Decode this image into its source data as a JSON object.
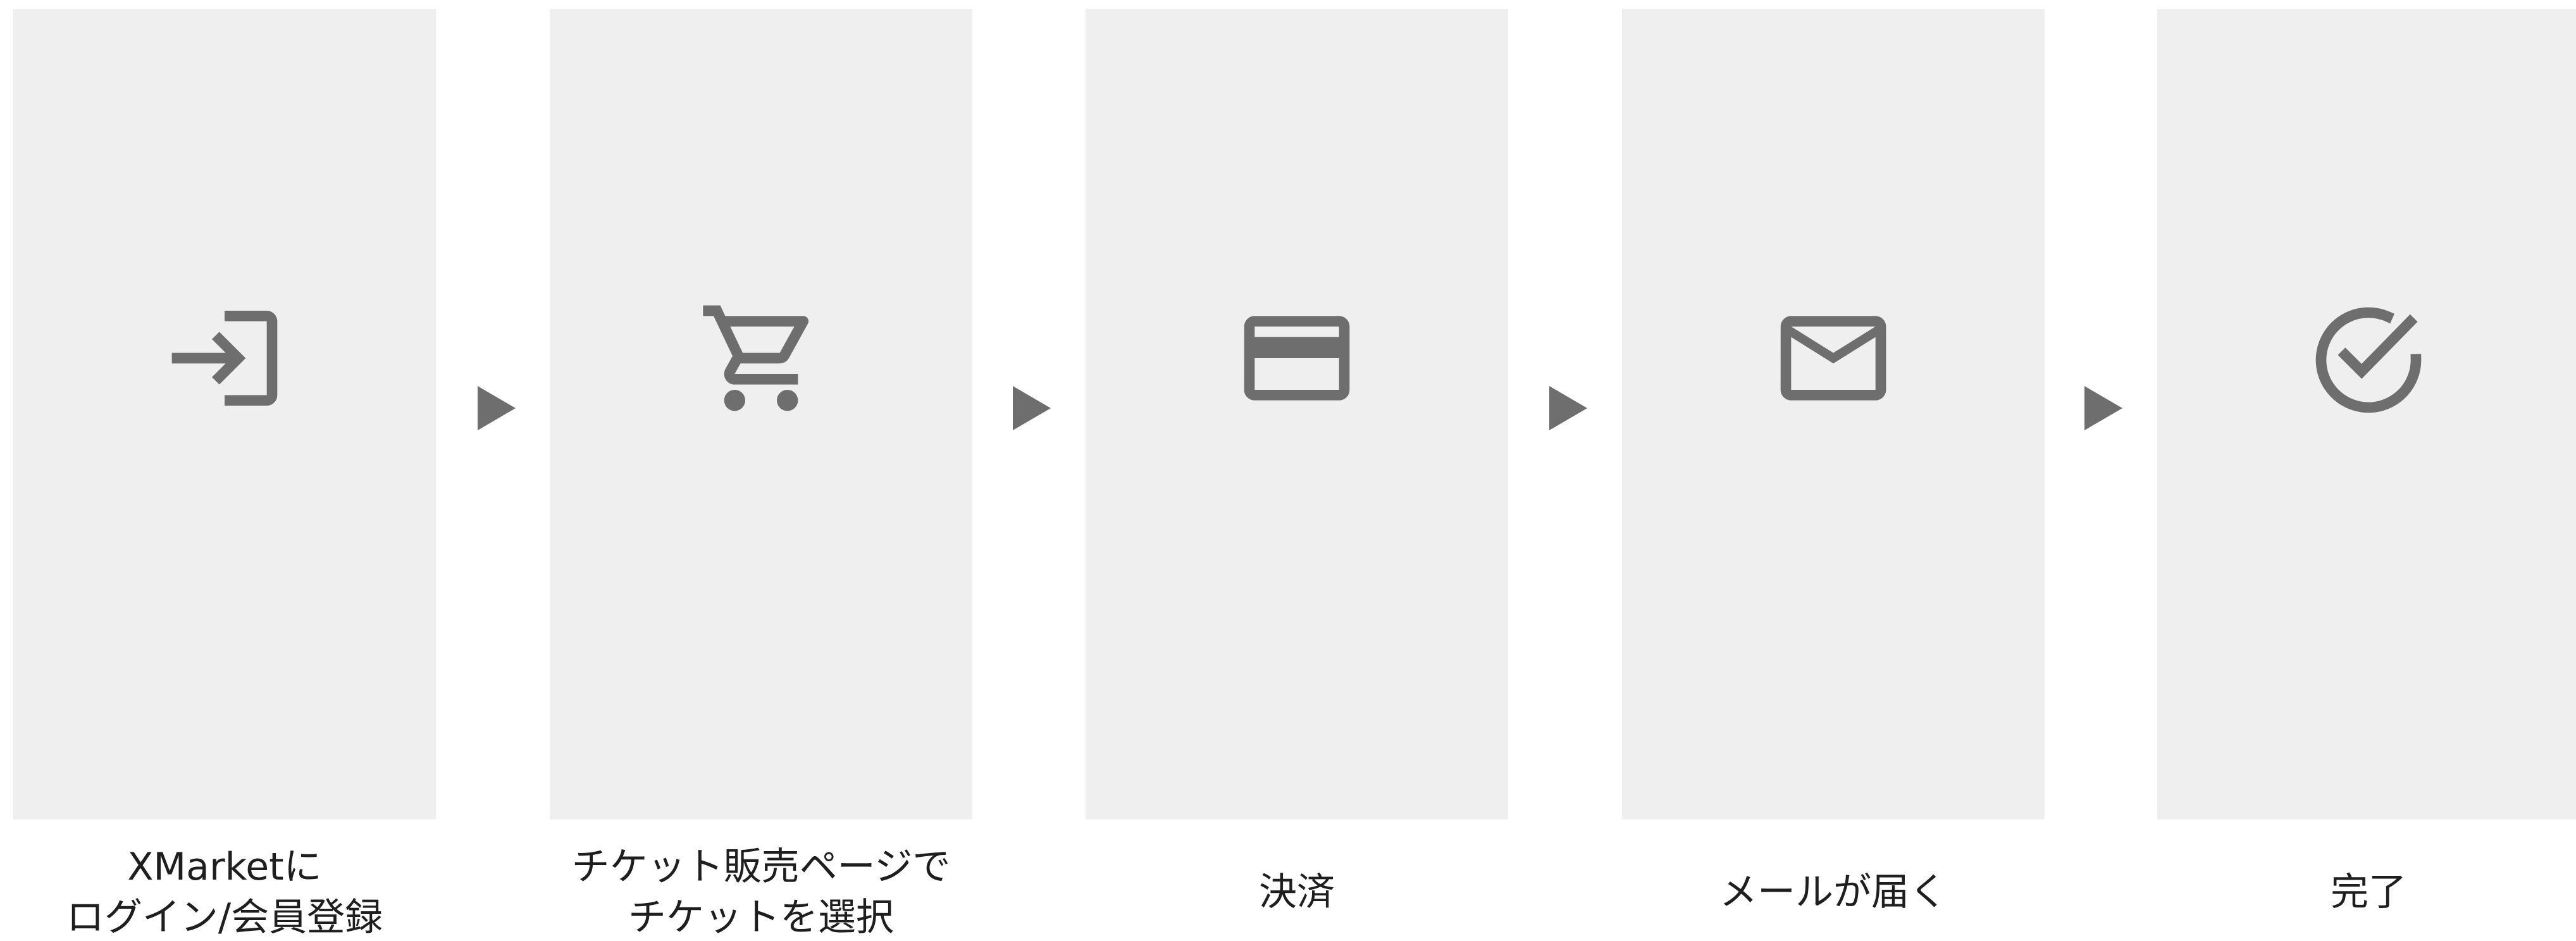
{
  "colors": {
    "panel_background": "#efefef",
    "icon": "#6e6e6e",
    "text": "#1e1e1e",
    "background": "#ffffff"
  },
  "steps": [
    {
      "icon": "login-icon",
      "label_lines": [
        "XMarketに",
        "ログイン/会員登録"
      ]
    },
    {
      "icon": "shopping-cart-icon",
      "label_lines": [
        "チケット販売ページで",
        "チケットを選択"
      ]
    },
    {
      "icon": "credit-card-icon",
      "label_lines": [
        "決済"
      ]
    },
    {
      "icon": "mail-icon",
      "label_lines": [
        "メールが届く"
      ]
    },
    {
      "icon": "check-circle-icon",
      "label_lines": [
        "完了"
      ]
    }
  ],
  "connector_icon": "play-arrow-icon"
}
